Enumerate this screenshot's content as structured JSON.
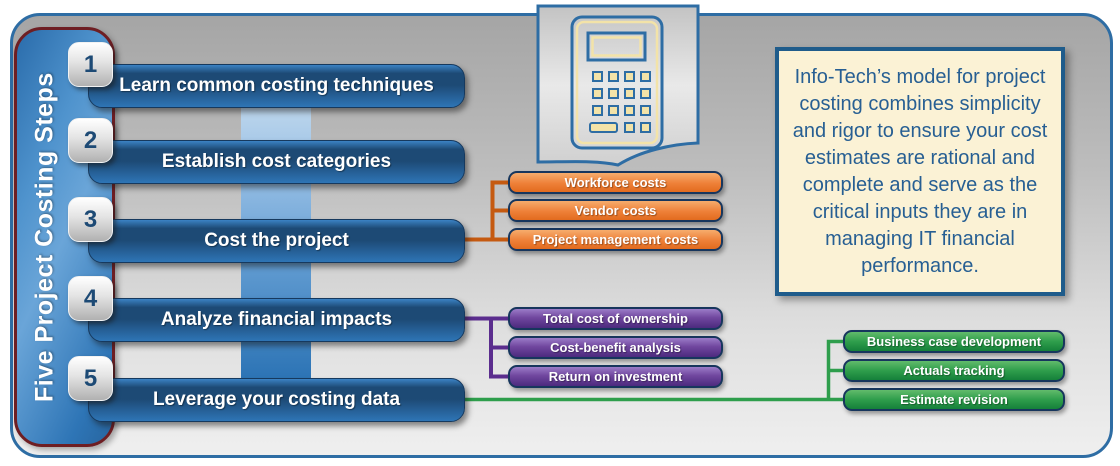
{
  "sidebar": {
    "title": "Five Project Costing Steps"
  },
  "steps": [
    {
      "number": "1",
      "label": "Learn common costing techniques"
    },
    {
      "number": "2",
      "label": "Establish cost categories"
    },
    {
      "number": "3",
      "label": "Cost the project"
    },
    {
      "number": "4",
      "label": "Analyze financial impacts"
    },
    {
      "number": "5",
      "label": "Leverage your costing data"
    }
  ],
  "branches": [
    {
      "source": "Cost the project",
      "color": "#C55A11",
      "items": [
        "Workforce costs",
        "Vendor costs",
        "Project management costs"
      ]
    },
    {
      "source": "Analyze financial impacts",
      "color": "#5B2D8E",
      "items": [
        "Total cost of ownership",
        "Cost-benefit analysis",
        "Return on investment"
      ]
    },
    {
      "source": "Leverage your costing data",
      "color": "#2E9E4C",
      "items": [
        "Business case development",
        "Actuals tracking",
        "Estimate revision"
      ]
    }
  ],
  "callout": {
    "text": "Info-Tech’s model for project costing combines simplicity and rigor to ensure your cost estimates are rational and complete and serve as the critical inputs they are in managing IT financial performance."
  },
  "icons": {
    "header_icon": "calculator-icon"
  },
  "colors": {
    "frame_border": "#2E6DA4",
    "sidebar_border": "#6E1E23",
    "step_box_dark": "#1D4A75",
    "step_box_light": "#2E75B6",
    "branch_orange": "#C55A11",
    "branch_purple": "#5B2D8E",
    "branch_green": "#2E9E4C",
    "callout_bg": "#FBF2D5",
    "callout_text": "#275F93"
  }
}
